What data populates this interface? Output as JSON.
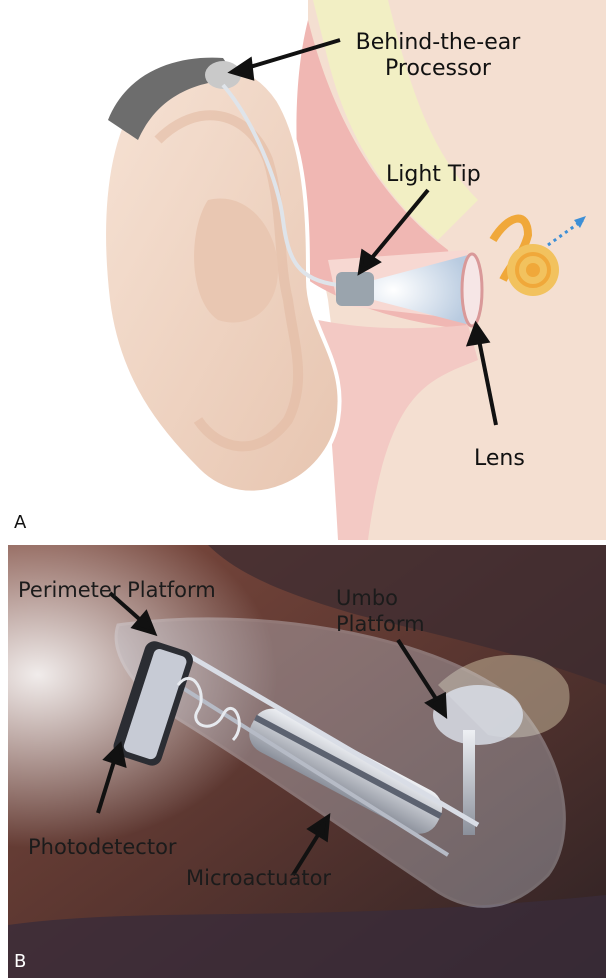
{
  "panel_a": {
    "letter": "A",
    "labels": {
      "behind_the_ear_line1": "Behind-the-ear",
      "behind_the_ear_line2": "Processor",
      "light_tip": "Light Tip",
      "lens": "Lens"
    }
  },
  "panel_b": {
    "letter": "B",
    "labels": {
      "perimeter_platform": "Perimeter Platform",
      "umbo_line1": "Umbo",
      "umbo_line2": "Platform",
      "photodetector": "Photodetector",
      "microactuator": "Microactuator"
    }
  },
  "colors": {
    "skin": "#f2d7c6",
    "ear_canal": "#f0b3b0",
    "bone": "#f2efc4",
    "device_gray": "#6d6d6d",
    "cochlea": "#f0a83a",
    "tissue_dark": "#4a2c2c",
    "metal": "#c8ccd6"
  }
}
